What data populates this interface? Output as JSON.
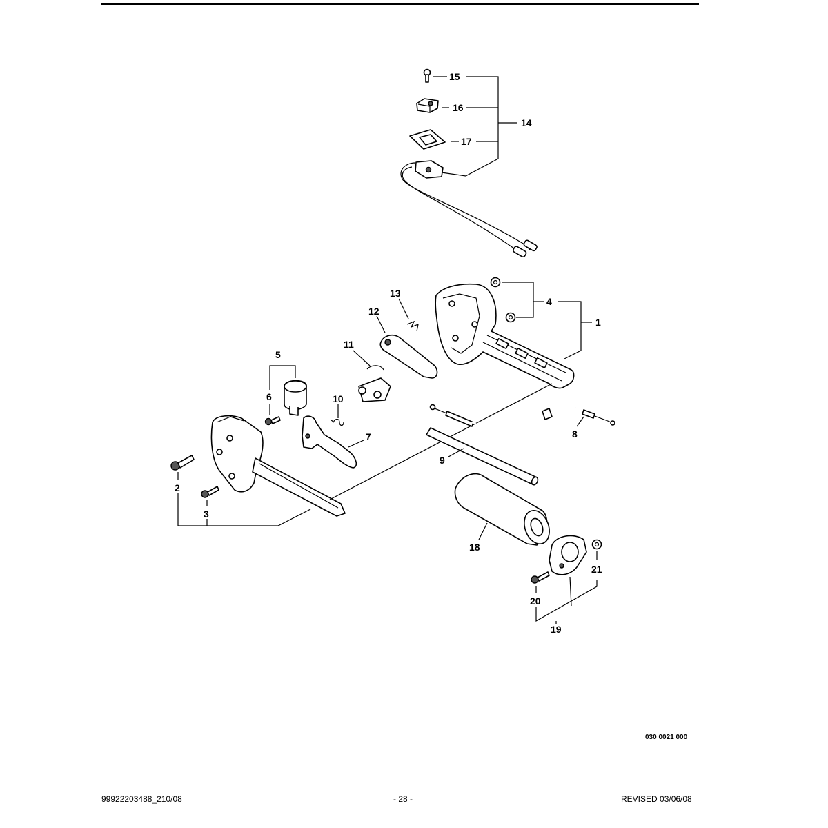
{
  "callouts": {
    "c1": "1",
    "c2": "2",
    "c3": "3",
    "c4": "4",
    "c5": "5",
    "c6": "6",
    "c7": "7",
    "c8": "8",
    "c9": "9",
    "c10": "10",
    "c11": "11",
    "c12": "12",
    "c13": "13",
    "c14": "14",
    "c15": "15",
    "c16": "16",
    "c17": "17",
    "c18": "18",
    "c19": "19",
    "c20": "20",
    "c21": "21"
  },
  "figure_ref": "030 0021 000",
  "footer": {
    "left": "99922203488_210/08",
    "center": "- 28 -",
    "right": "REVISED 03/06/08"
  }
}
